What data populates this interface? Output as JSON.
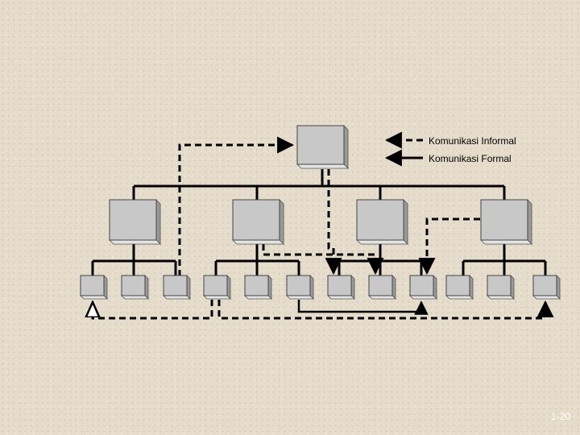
{
  "legend": {
    "informal": "Komunikasi Informal",
    "formal": "Komunikasi Formal"
  },
  "slide_number": "1-20",
  "colors": {
    "background": "#e6dccb",
    "box_face": "#c8c8c8",
    "box_top": "#e4e4e4",
    "box_side": "#9a9a9a",
    "line": "#000000"
  }
}
